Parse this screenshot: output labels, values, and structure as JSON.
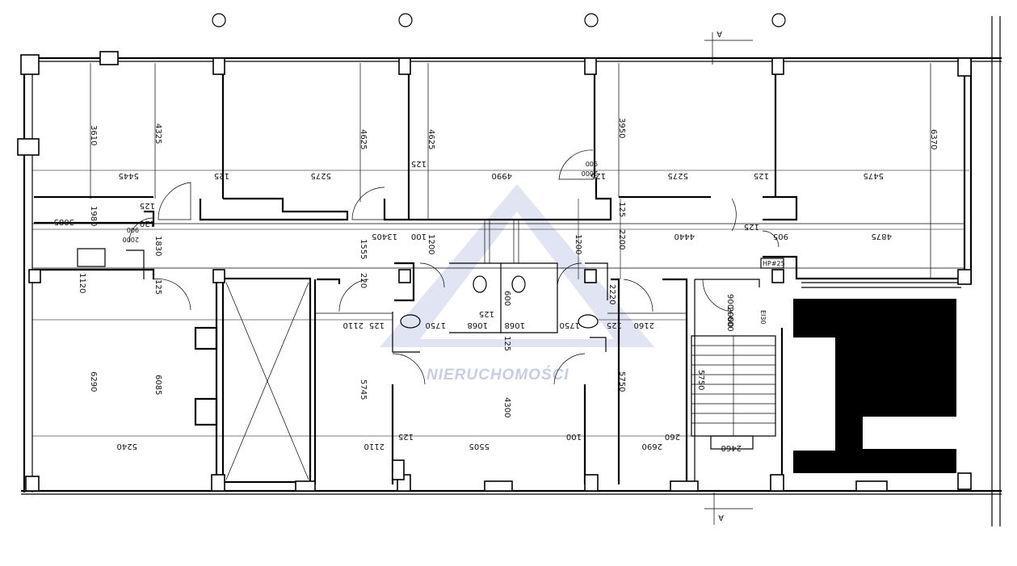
{
  "watermark": {
    "text": "NIERUCHOMOŚCI",
    "color": "#8e9ccc"
  },
  "section_marks": {
    "top": "A",
    "bottom": "A"
  },
  "labels": {
    "ei30": "EI30",
    "hp25": "HP#25"
  },
  "dimensions": {
    "d3610": "3610",
    "d4325": "4325",
    "d4625a": "4625",
    "d4625b": "4625",
    "d3950": "3950",
    "d6370": "6370",
    "d5445": "5445",
    "d125a": "125",
    "d5275a": "5275",
    "d125b": "125",
    "d4990": "4990",
    "d125c": "125",
    "d5275b": "5275",
    "d125d": "125",
    "d5475": "5475",
    "d3085": "3085",
    "d1980": "1980",
    "d125e": "125",
    "d120a": "120",
    "d1830": "1830",
    "d1120": "1120",
    "d125f": "125",
    "d13405": "13405",
    "d100a": "100",
    "d1555": "1555",
    "d1200a": "1200",
    "d1200b": "1200",
    "d2200": "2200",
    "d4440": "4440",
    "d125g": "125",
    "d905": "905",
    "d4875": "4875",
    "d900x2000a": "900",
    "d900x2000b": "2000",
    "d900x2000c": "900",
    "d900x2000d": "2000",
    "d220": "220",
    "d2110a": "2110",
    "d125h": "125",
    "d1750a": "1750",
    "d1068a": "1068",
    "d1068b": "1068",
    "d1750b": "1750",
    "d125i": "125",
    "d2160": "2160",
    "d2220": "2220",
    "d125j": "125",
    "d125k": "125",
    "d600": "600",
    "d6290": "6290",
    "d6085": "6085",
    "d5745": "5745",
    "d4300": "4300",
    "d5750a": "5750",
    "d5750b": "5750",
    "d5240": "5240",
    "d2110b": "2110",
    "d5505": "5505",
    "d100b": "100",
    "d2690": "2690",
    "d260": "260",
    "d2460": "2460",
    "d125l": "125",
    "d900_600": "900+600",
    "d2000e": "2000"
  }
}
